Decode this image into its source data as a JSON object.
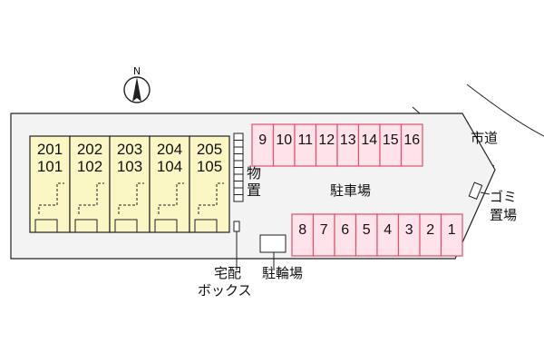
{
  "compass": {
    "letter": "N"
  },
  "units": [
    {
      "upper": "201",
      "lower": "101"
    },
    {
      "upper": "202",
      "lower": "102"
    },
    {
      "upper": "203",
      "lower": "103"
    },
    {
      "upper": "204",
      "lower": "104"
    },
    {
      "upper": "205",
      "lower": "105"
    }
  ],
  "parking": {
    "label": "駐車場",
    "row_top": [
      "9",
      "10",
      "11",
      "12",
      "13",
      "14",
      "15",
      "16"
    ],
    "row_bottom": [
      "8",
      "7",
      "6",
      "5",
      "4",
      "3",
      "2",
      "1"
    ]
  },
  "labels": {
    "storage_line1": "物",
    "storage_line2": "置",
    "city_road": "市道",
    "garbage_line1": "ゴミ",
    "garbage_line2": "置場",
    "delivery_line1": "宅配",
    "delivery_line2": "ボックス",
    "bike_parking": "駐輪場"
  },
  "colors": {
    "building_fill": "#fbf7c5",
    "slot_fill": "#ffe3ea",
    "slot_stroke": "#e0506e",
    "lot_fill": "#f3f3f3",
    "line": "#222222"
  }
}
